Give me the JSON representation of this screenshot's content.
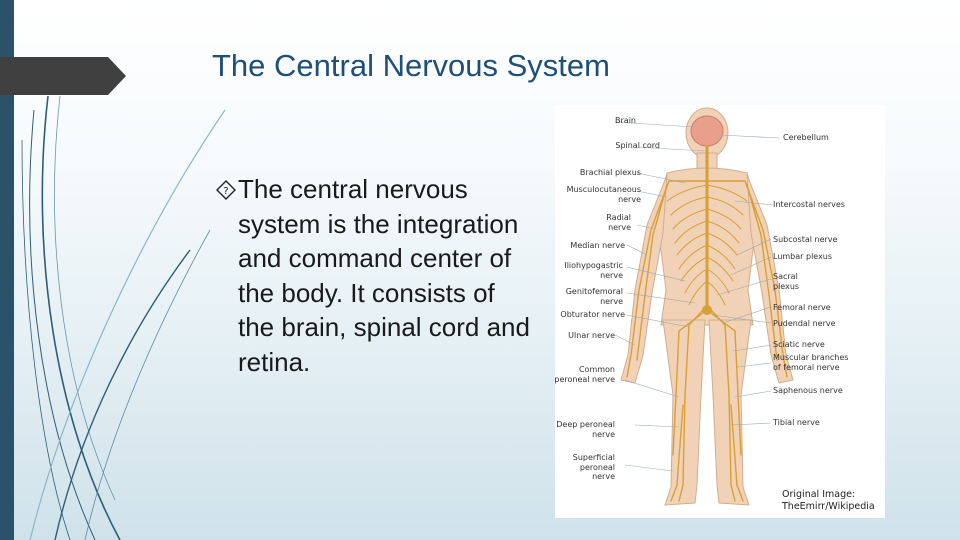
{
  "slide": {
    "title": "The Central Nervous System",
    "bullets": [
      {
        "icon": "diamond-question-icon",
        "text": "The central nervous system is the integration and command center of the body. It consists of the brain, spinal cord and retina."
      }
    ]
  },
  "figure": {
    "left_labels": [
      "Brain",
      "Spinal cord",
      "Brachial plexus",
      "Musculocutaneous nerve",
      "Radial nerve",
      "Median nerve",
      "Iliohypogastric nerve",
      "Genitofemoral nerve",
      "Obturator nerve",
      "Ulnar nerve",
      "Common peroneal nerve",
      "Deep peroneal nerve",
      "Superficial peroneal nerve"
    ],
    "right_labels": [
      "Cerebellum",
      "Intercostal nerves",
      "Subcostal nerve",
      "Lumbar plexus",
      "Sacral plexus",
      "Femoral nerve",
      "Pudendal nerve",
      "Sciatic nerve",
      "Muscular branches of femoral nerve",
      "Saphenous nerve",
      "Tibial nerve"
    ],
    "credit_line1": "Original Image:",
    "credit_line2": "TheEmirr/Wikipedia"
  },
  "colors": {
    "title": "#1f4e79",
    "sidebar": "#2b5269",
    "tab": "#404040",
    "skin": "#f2d2b6",
    "nerve": "#d7a036"
  }
}
